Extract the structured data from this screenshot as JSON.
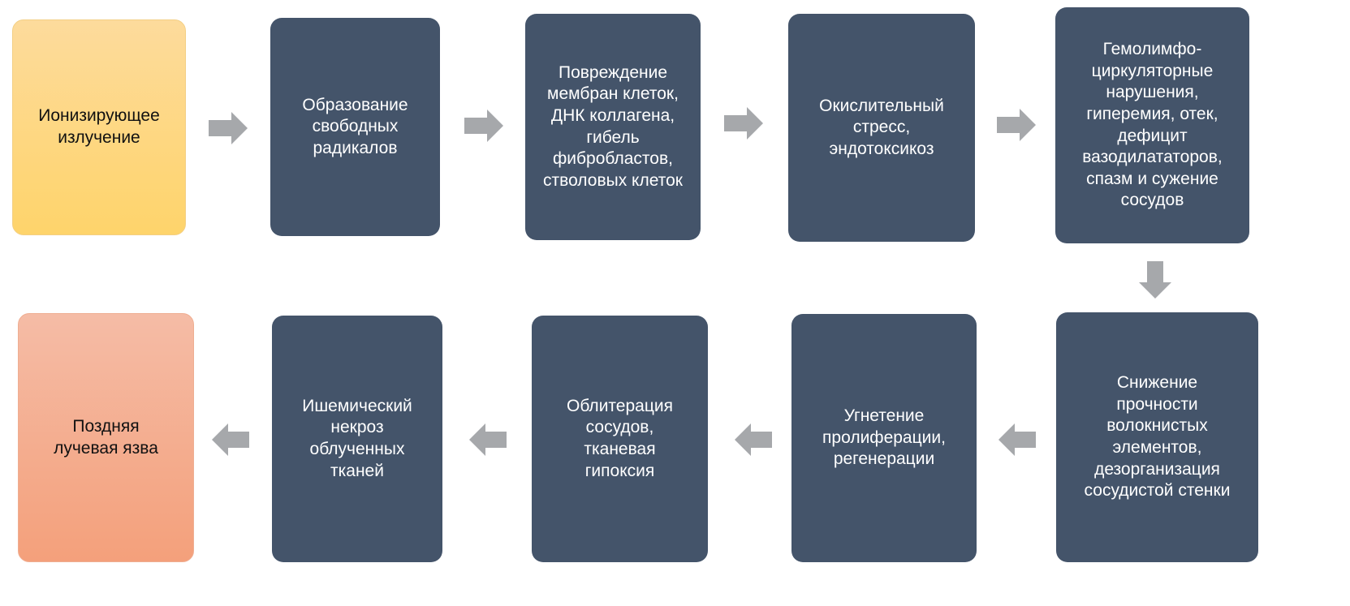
{
  "colors": {
    "node": "#44546a",
    "start": "#fed76f",
    "end": "#f4a582",
    "arrow": "#a6a8ab"
  },
  "nodes": [
    {
      "text": "Ионизирующее\nизлучение"
    },
    {
      "text": "Образование\nсвободных\nрадикалов"
    },
    {
      "text": "Повреждение\nмембран клеток,\nДНК коллагена,\nгибель\nфибробластов,\nстволовых клеток"
    },
    {
      "text": "Окислительный\nстресс,\nэндотоксикоз"
    },
    {
      "text": "Гемолимфо-\nциркуляторные\nнарушения,\nгиперемия, отек,\nдефицит\nвазодилататоров,\nспазм и сужение\nсосудов"
    },
    {
      "text": "Снижение\nпрочности\nволокнистых\nэлементов,\nдезорганизация\nсосудистой стенки"
    },
    {
      "text": "Угнетение\nпролиферации,\nрегенерации"
    },
    {
      "text": "Облитерация\nсосудов,\nтканевая\nгипоксия"
    },
    {
      "text": "Ишемический\nнекроз\nоблученных\nтканей"
    },
    {
      "text": "Поздняя\nлучевая язва"
    }
  ]
}
